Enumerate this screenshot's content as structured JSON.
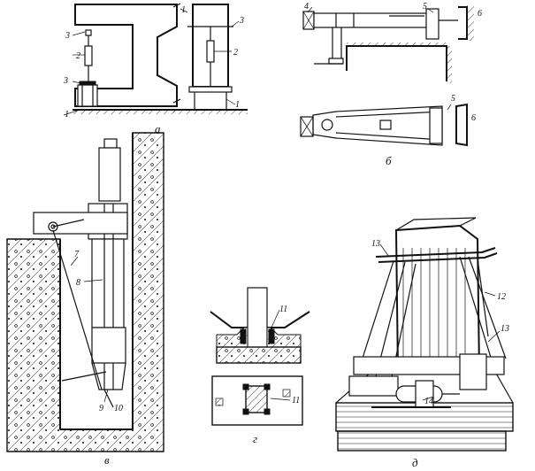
{
  "captions": {
    "a": "а",
    "b": "б",
    "v": "в",
    "g": "г",
    "d": "д"
  },
  "panel_a": {
    "labels": [
      "1",
      "2",
      "3",
      "3",
      "1",
      "1",
      "2",
      "3"
    ]
  },
  "panel_b": {
    "labels": [
      "4",
      "5",
      "6",
      "5",
      "6"
    ]
  },
  "panel_v": {
    "labels": [
      "7",
      "8",
      "9",
      "10"
    ]
  },
  "panel_g": {
    "labels": [
      "11",
      "11"
    ]
  },
  "panel_d": {
    "labels": [
      "13",
      "12",
      "13",
      "14"
    ]
  }
}
